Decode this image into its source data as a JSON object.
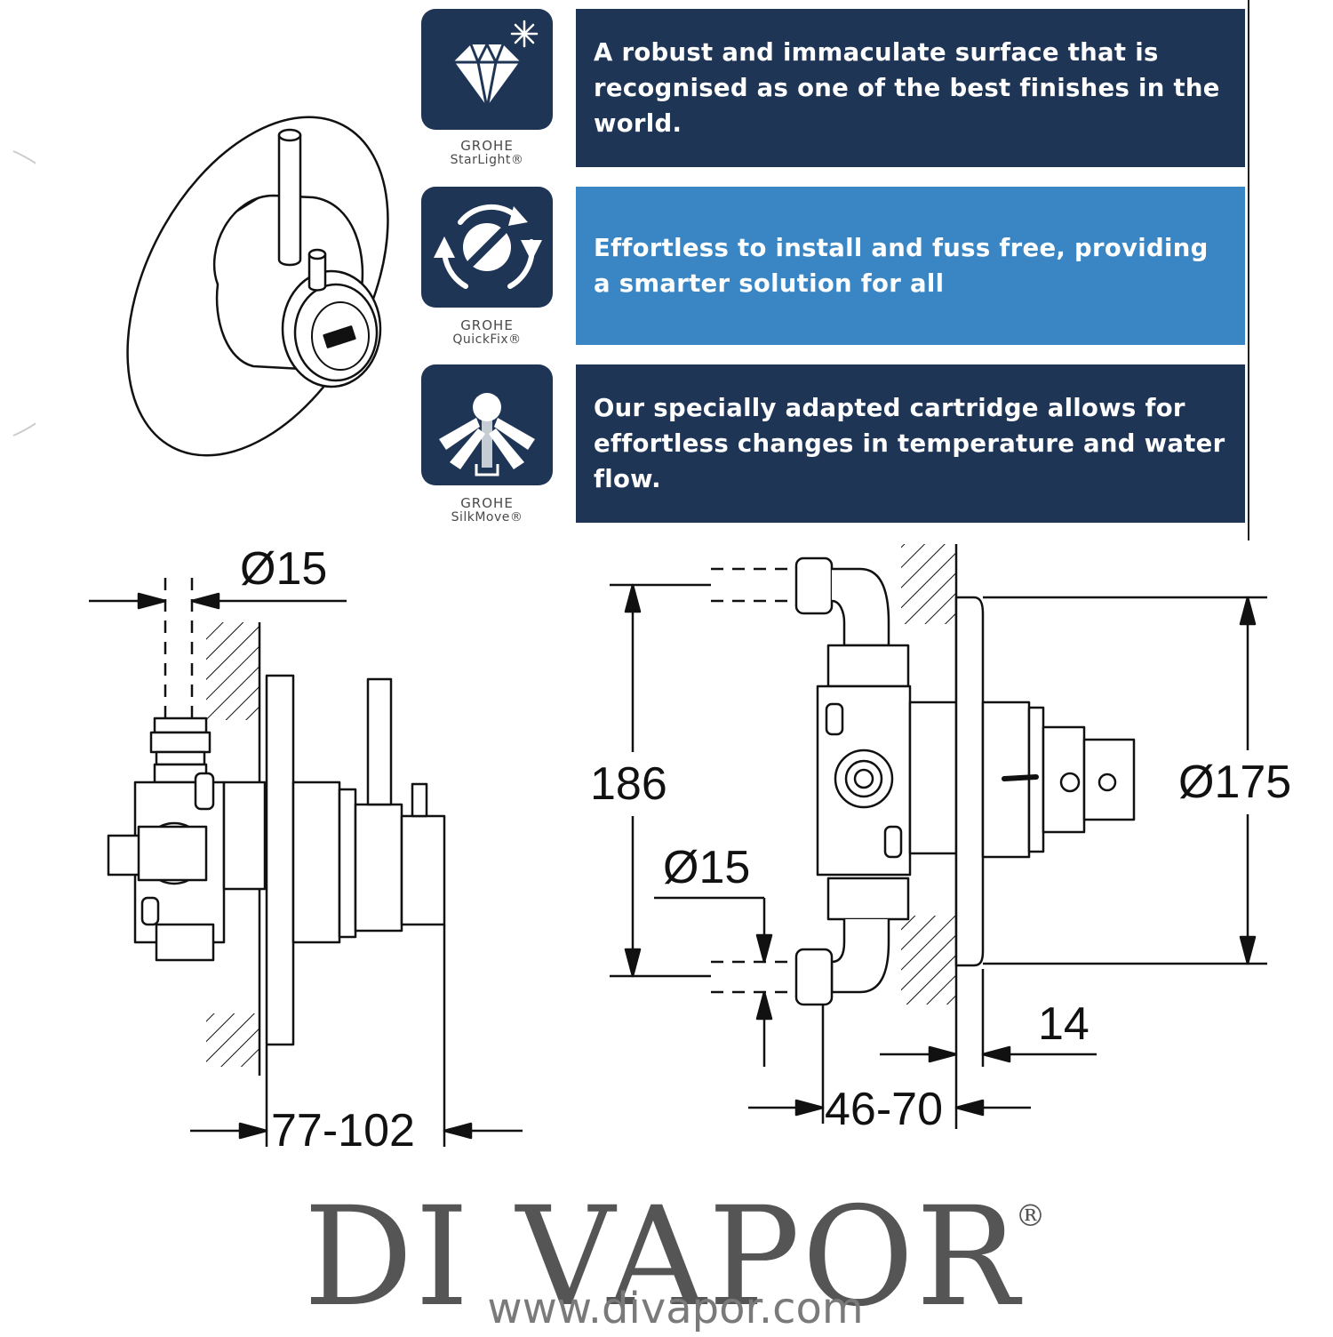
{
  "features": [
    {
      "id": "starlight",
      "icon": "diamond-icon",
      "brand_line1": "GROHE",
      "brand_line2": "StarLight®",
      "text": "A robust and immaculate surface that is recognised as one of the best finishes in the world.",
      "panel_color": "#1f3556"
    },
    {
      "id": "quickfix",
      "icon": "quickfix-rotate-icon",
      "brand_line1": "GROHE",
      "brand_line2": "QuickFix®",
      "text": "Effortless to install and fuss free, providing a smarter solution for all",
      "panel_color": "#3a86c4"
    },
    {
      "id": "silkmove",
      "icon": "lever-motion-icon",
      "brand_line1": "GROHE",
      "brand_line2": "SilkMove®",
      "text": "Our specially adapted cartridge allows for effortless changes in temperature and water flow.",
      "panel_color": "#1f3556"
    }
  ],
  "dimensions": {
    "side_pipe": "Ø15",
    "side_depth": "77-102",
    "height": "186",
    "pipe": "Ø15",
    "plate_diameter": "Ø175",
    "plate_thickness": "14",
    "body_depth": "46-70"
  },
  "logo": {
    "name": "DI VAPOR",
    "registered": "®",
    "url": "www.divapor.com"
  },
  "colors": {
    "navy": "#1f3556",
    "blue": "#3a86c4",
    "logo_gray": "#555555"
  }
}
